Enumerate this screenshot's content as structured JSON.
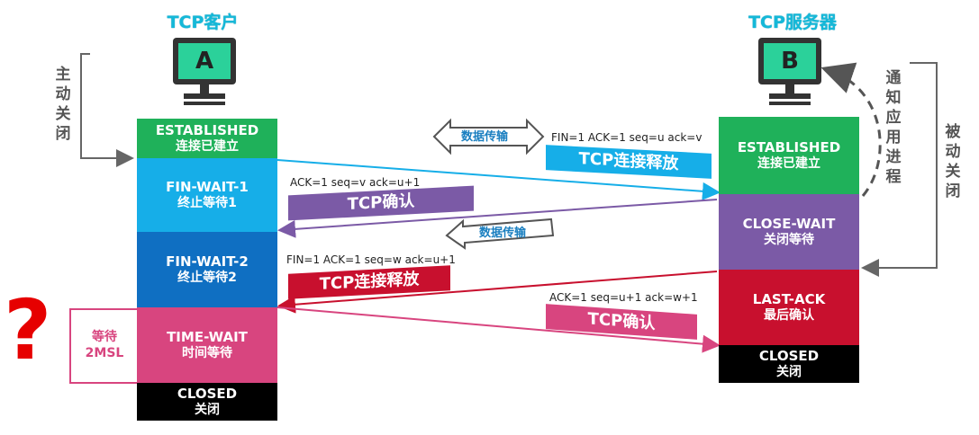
{
  "client": {
    "title": "TCP客户",
    "letter": "A",
    "side_label": "主动关闭",
    "states": [
      {
        "en": "ESTABLISHED",
        "zh": "连接已建立",
        "color": "#1fb15a"
      },
      {
        "en": "FIN-WAIT-1",
        "zh": "终止等待1",
        "color": "#16aee8"
      },
      {
        "en": "FIN-WAIT-2",
        "zh": "终止等待2",
        "color": "#0f6fc2"
      },
      {
        "en": "TIME-WAIT",
        "zh": "时间等待",
        "color": "#d8457f"
      },
      {
        "en": "CLOSED",
        "zh": "关闭",
        "color": "#000000"
      }
    ],
    "wait_label": {
      "line1": "等待",
      "line2": "2MSL"
    },
    "question_mark": "?"
  },
  "server": {
    "title": "TCP服务器",
    "letter": "B",
    "side_label": "被动关闭",
    "notify_label": "通知应用进程",
    "states": [
      {
        "en": "ESTABLISHED",
        "zh": "连接已建立",
        "color": "#1fb15a"
      },
      {
        "en": "CLOSE-WAIT",
        "zh": "关闭等待",
        "color": "#7b5aa6"
      },
      {
        "en": "LAST-ACK",
        "zh": "最后确认",
        "color": "#c8102e"
      },
      {
        "en": "CLOSED",
        "zh": "关闭",
        "color": "#000000"
      }
    ]
  },
  "data_transfer_label": "数据传输",
  "data_transfer_label_2": "数据传输",
  "messages": [
    {
      "fields": "FIN=1  ACK=1  seq=u  ack=v",
      "label": "TCP连接释放",
      "color": "#16aee8"
    },
    {
      "fields": "ACK=1    seq=v    ack=u+1",
      "label": "TCP确认",
      "color": "#7b5aa6"
    },
    {
      "fields": "FIN=1  ACK=1   seq=w  ack=u+1",
      "label": "TCP连接释放",
      "color": "#c8102e"
    },
    {
      "fields": "ACK=1    seq=u+1   ack=w+1",
      "label": "TCP确认",
      "color": "#d8457f"
    }
  ]
}
